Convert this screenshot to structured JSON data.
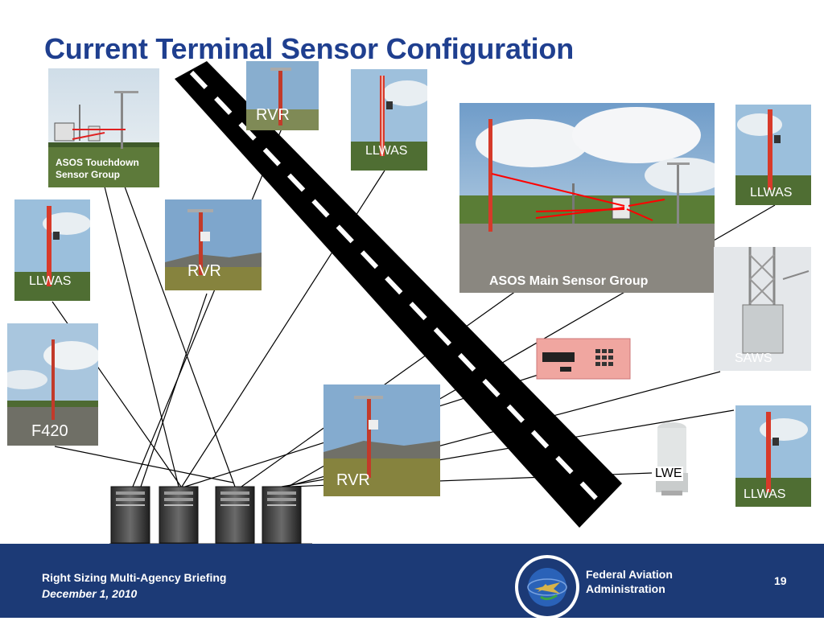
{
  "slide": {
    "title": "Current Terminal Sensor Configuration"
  },
  "labels": {
    "asos_touchdown_line1": "ASOS Touchdown",
    "asos_touchdown_line2": "Sensor Group",
    "rvr_top": "RVR",
    "llwas_top": "LLWAS",
    "asos_main": "ASOS Main Sensor Group",
    "llwas_right_top": "LLWAS",
    "llwas_left": "LLWAS",
    "rvr_mid": "RVR",
    "saws": "SAWS",
    "f420": "F420",
    "rvr_bottom": "RVR",
    "lwe": "LWE",
    "llwas_right_bottom": "LLWAS"
  },
  "footer": {
    "briefing": "Right Sizing Multi-Agency Briefing",
    "date": "December 1, 2010",
    "org_line1": "Federal Aviation",
    "org_line2": "Administration",
    "page_number": "19"
  },
  "colors": {
    "title": "#1f3f8f",
    "footer_bg": "#1c3a76",
    "runway": "#000000",
    "arrow": "#ff0000"
  }
}
